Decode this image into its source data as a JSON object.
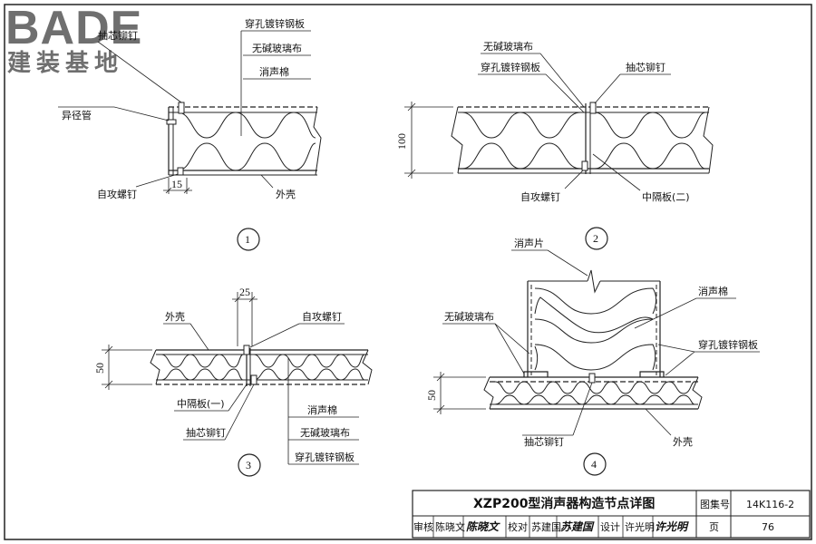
{
  "logo": {
    "brand": "BADE",
    "subtitle": "建装基地"
  },
  "details": {
    "d1": {
      "number": "1",
      "labels": {
        "perforated_plate": "穿孔镀锌钢板",
        "glass_cloth": "无碱玻璃布",
        "sound_cotton": "消声棉",
        "rivet": "抽芯铆钉",
        "reducer": "异径管",
        "screw": "自攻螺钉",
        "shell": "外壳"
      },
      "dim": "15"
    },
    "d2": {
      "number": "2",
      "labels": {
        "glass_cloth": "无碱玻璃布",
        "perforated_plate": "穿孔镀锌钢板",
        "rivet": "抽芯铆钉",
        "screw": "自攻螺钉",
        "partition": "中隔板(二)"
      },
      "dim": "100"
    },
    "d3": {
      "number": "3",
      "labels": {
        "shell": "外壳",
        "screw": "自攻螺钉",
        "partition": "中隔板(一)",
        "rivet": "抽芯铆钉",
        "sound_cotton": "消声棉",
        "glass_cloth": "无碱玻璃布",
        "perforated_plate": "穿孔镀锌钢板"
      },
      "dim_top": "25",
      "dim_left": "50"
    },
    "d4": {
      "number": "4",
      "labels": {
        "sound_piece": "消声片",
        "sound_cotton": "消声棉",
        "glass_cloth": "无碱玻璃布",
        "perforated_plate": "穿孔镀锌钢板",
        "rivet": "抽芯铆钉",
        "shell": "外壳"
      },
      "dim": "50"
    }
  },
  "title_block": {
    "title": "XZP200型消声器构造节点详图",
    "atlas_label": "图集号",
    "atlas_no": "14K116-2",
    "review_label": "审核",
    "reviewer": "陈晓文",
    "reviewer_sig": "陈晓文",
    "check_label": "校对",
    "checker": "苏建国",
    "checker_sig": "苏建国",
    "design_label": "设计",
    "designer": "许光明",
    "designer_sig": "许光明",
    "page_label": "页",
    "page_no": "76"
  }
}
